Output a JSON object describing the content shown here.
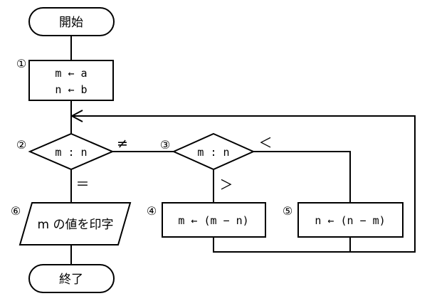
{
  "nodes": {
    "start": "開始",
    "assign_m": "m ← a",
    "assign_n": "n ← b",
    "compare_1": "m : n",
    "compare_2": "m : n",
    "update_m": "m ← (m − n)",
    "update_n": "n ← (n − m)",
    "print": "m の値を印字",
    "end": "終了"
  },
  "step_numbers": {
    "s1": "①",
    "s2": "②",
    "s3": "③",
    "s4": "④",
    "s5": "⑤",
    "s6": "⑥"
  },
  "edge_labels": {
    "not_equal": "≠",
    "equal": "＝",
    "less_than": "＜",
    "greater_than": "＞"
  }
}
